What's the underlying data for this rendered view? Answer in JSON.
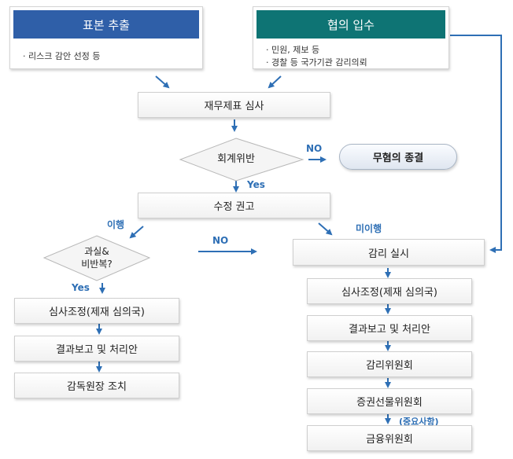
{
  "colors": {
    "sampling": "#2f5fa8",
    "receipt": "#0e7474",
    "arrow": "#2e6fb5"
  },
  "sampling": {
    "title": "표본 추출",
    "bullets": [
      "· 리스크 감안 선정 등"
    ]
  },
  "receipt": {
    "title": "협의 입수",
    "bullets": [
      "· 민원, 제보 등",
      "· 경찰 등 국가기관 감리의뢰"
    ]
  },
  "review": "재무제표 심사",
  "violation": "회계위반",
  "no_label": "NO",
  "yes_label": "Yes",
  "no_violation_end": "무혐의 종결",
  "correction": "수정 권고",
  "comply": "이행",
  "not_comply": "미이행",
  "negligence": [
    "과실&",
    "비반복?"
  ],
  "no_label2": "NO",
  "yes_label2": "Yes",
  "left_flow": [
    "심사조정(제재 심의국)",
    "결과보고 및 처리안",
    "감독원장 조치"
  ],
  "right_flow": [
    "감리 실시",
    "심사조정(제재 심의국)",
    "결과보고 및 처리안",
    "감리위원회",
    "증권선물위원회",
    "금융위원회"
  ],
  "important_note": "(중요사항)"
}
